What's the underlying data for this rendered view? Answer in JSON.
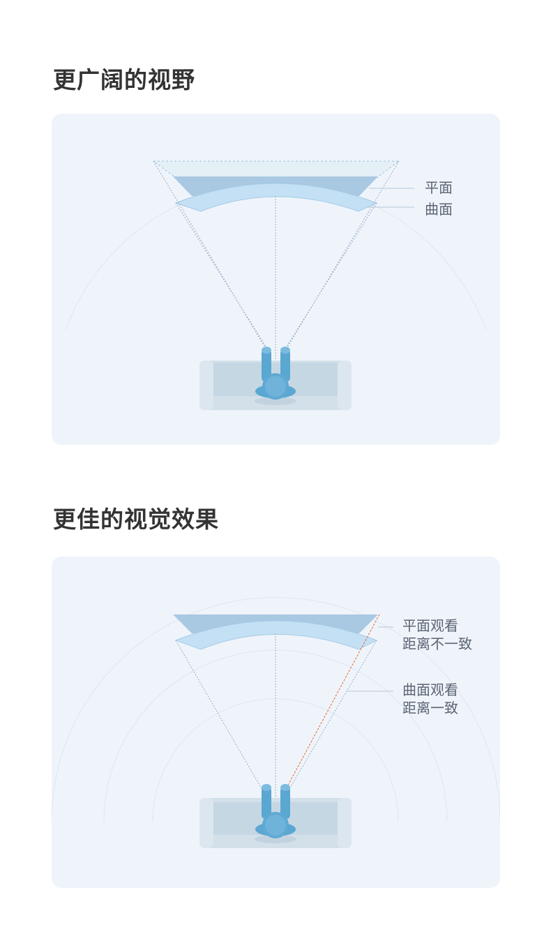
{
  "section1": {
    "title": "更广阔的视野",
    "labels": {
      "flat": "平面",
      "curved": "曲面"
    }
  },
  "section2": {
    "title": "更佳的视觉效果",
    "labels": {
      "flat_line1": "平面观看",
      "flat_line2": "距离不一致",
      "curved_line1": "曲面观看",
      "curved_line2": "距离一致"
    }
  },
  "colors": {
    "panel_bg": "#eff4fb",
    "flat_screen": "#a9c8e2",
    "curved_screen": "#c4e0f4",
    "viewer": "#5aa7d2",
    "sofa": "#d3e0ea",
    "highlight_line": "#e8662a"
  }
}
